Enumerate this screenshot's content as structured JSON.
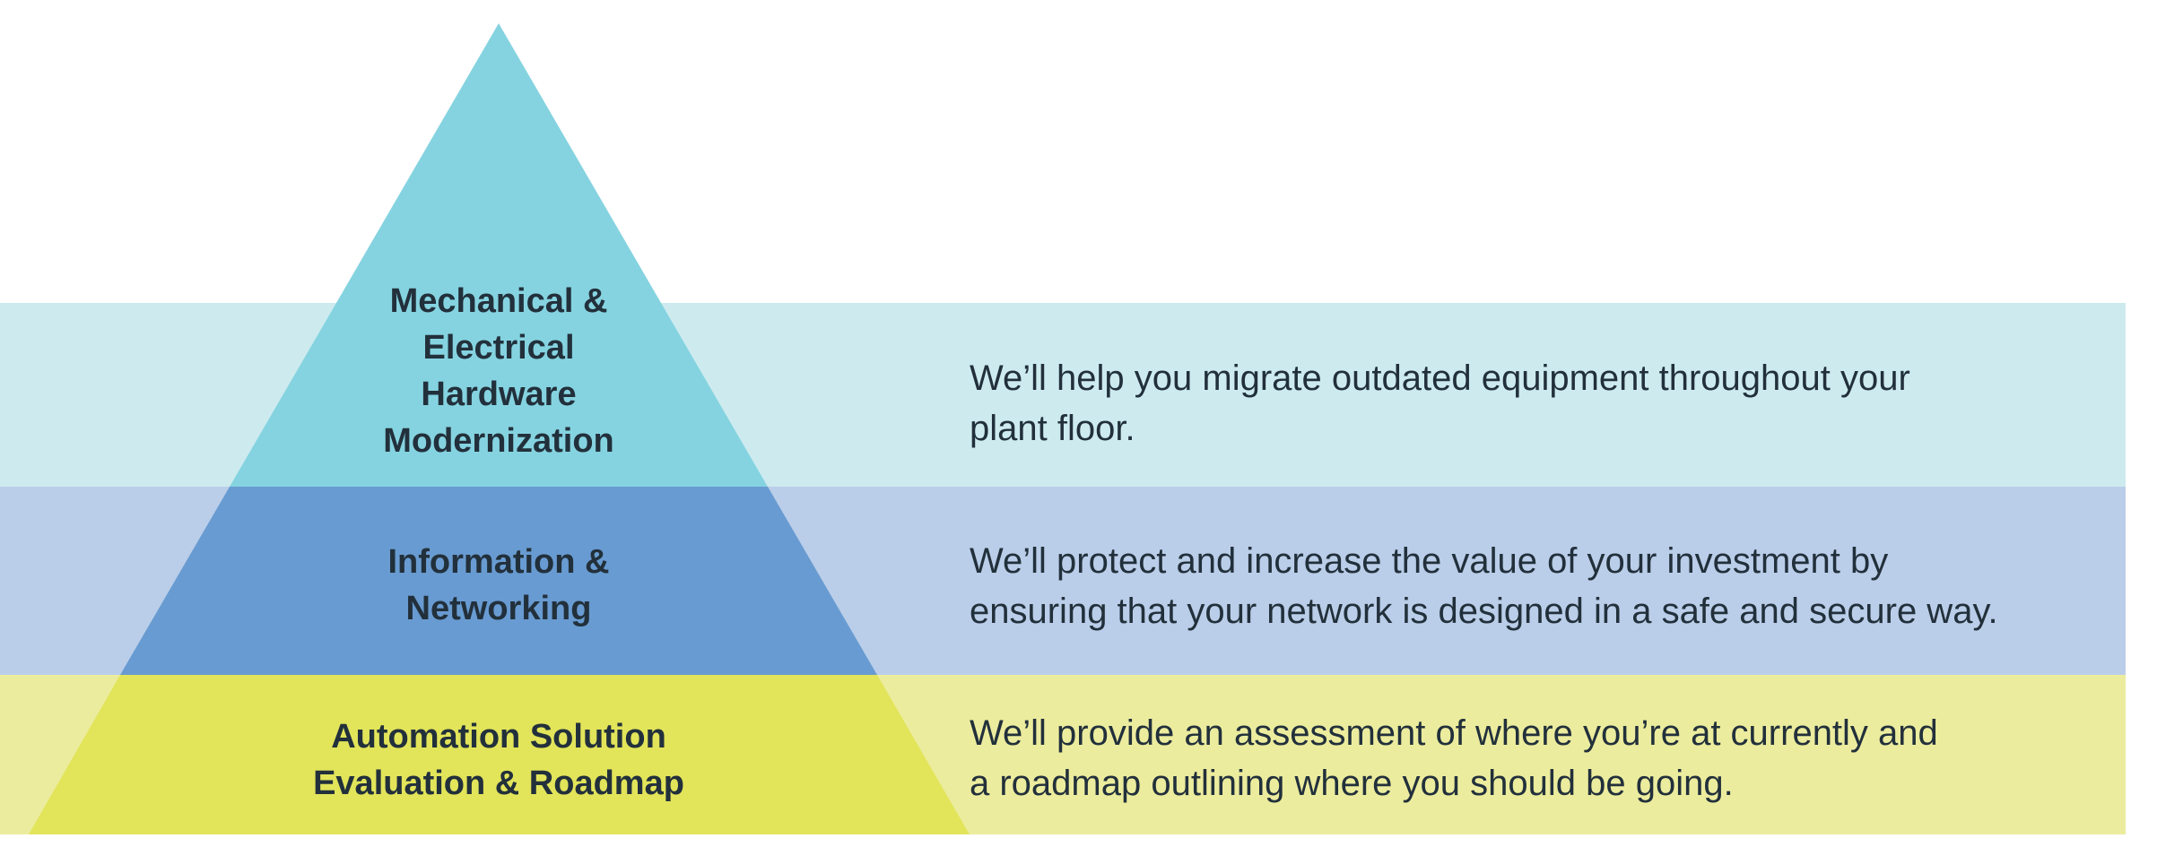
{
  "colors": {
    "top_tier": "#85d3e0",
    "middle_tier": "#689bd1",
    "bottom_tier": "#e2e45a",
    "top_band": "#cdebef",
    "middle_band": "#bacee9",
    "bottom_band": "#ecec9e",
    "text": "#22303b"
  },
  "tiers": [
    {
      "label_lines": [
        "Mechanical &",
        "Electrical",
        "Hardware",
        "Modernization"
      ],
      "description_lines": [
        "We’ll help you migrate outdated equipment throughout your",
        "plant floor."
      ]
    },
    {
      "label_lines": [
        "Information &",
        "Networking"
      ],
      "description_lines": [
        "We’ll protect and increase the value of your investment by",
        "ensuring that your network is designed in a safe and secure way."
      ]
    },
    {
      "label_lines": [
        "Automation Solution",
        "Evaluation & Roadmap"
      ],
      "description_lines": [
        "We’ll provide an assessment of where you’re at currently and",
        "a roadmap outlining where you should be going."
      ]
    }
  ]
}
